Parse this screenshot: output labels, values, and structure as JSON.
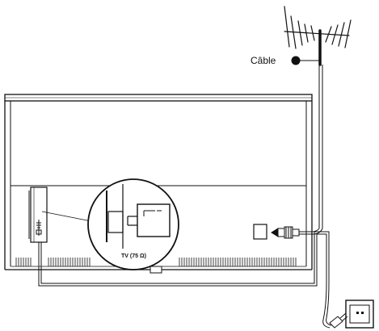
{
  "labels": {
    "cable": "Câble",
    "port": "TV (75 Ω)"
  },
  "colors": {
    "line": "#111111",
    "background": "#ffffff"
  },
  "icons": {
    "antenna": "antenna-icon",
    "power_outlet": "power-outlet-icon",
    "power_plug": "power-plug-icon",
    "connector": "coaxial-connector-icon",
    "magnifier": "magnifier-circle"
  }
}
